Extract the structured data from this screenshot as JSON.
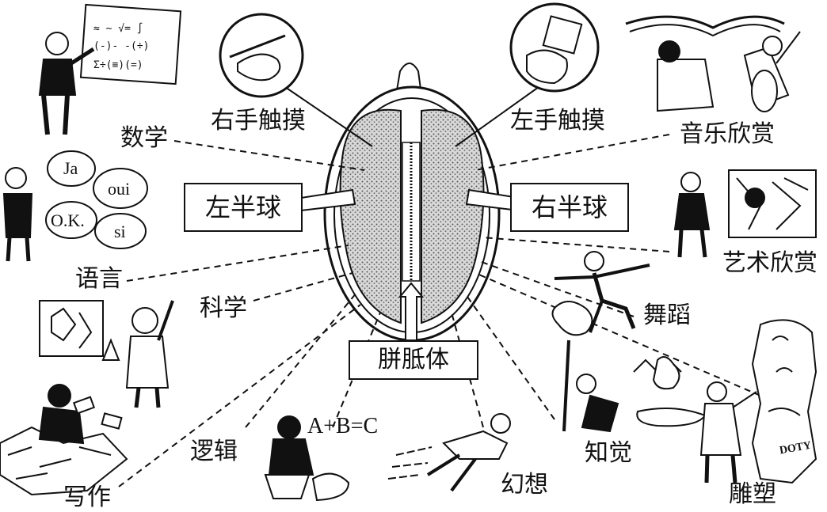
{
  "center": {
    "left_hemisphere": "左半球",
    "right_hemisphere": "右半球",
    "corpus_callosum": "胼胝体"
  },
  "left_functions": {
    "right_hand_touch": "右手触摸",
    "math": "数学",
    "language": "语言",
    "science": "科学",
    "logic": "逻辑",
    "writing": "写作"
  },
  "right_functions": {
    "left_hand_touch": "左手触摸",
    "music": "音乐欣赏",
    "art": "艺术欣赏",
    "dance": "舞蹈",
    "perception": "知觉",
    "imagination": "幻想",
    "sculpture": "雕塑"
  },
  "speech_bubbles": [
    "Ja",
    "oui",
    "O.K.",
    "si"
  ],
  "equation": "A+B=C",
  "statue_sign": "DOTY",
  "colors": {
    "ink": "#111111",
    "stipple": "#9a9a9a",
    "paper": "#ffffff"
  }
}
